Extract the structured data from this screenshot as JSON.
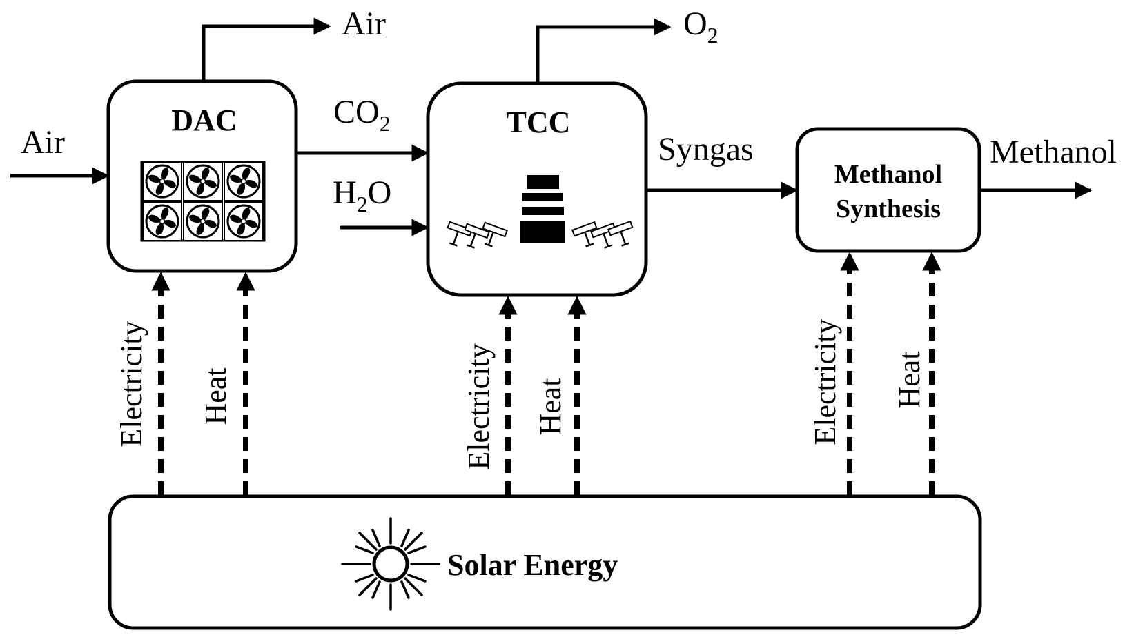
{
  "streams": {
    "air_in": "Air",
    "air_out": "Air",
    "co2_main": "CO",
    "co2_sub": "2",
    "h2o_h": "H",
    "h2o_sub": "2",
    "h2o_o": "O",
    "o2_main": "O",
    "o2_sub": "2",
    "syngas": "Syngas",
    "methanol": "Methanol"
  },
  "units": {
    "dac": "DAC",
    "tcc": "TCC",
    "methanol_line1": "Methanol",
    "methanol_line2": "Synthesis",
    "solar": "Solar Energy"
  },
  "energy": {
    "dac_electricity": "Electricity",
    "dac_heat": "Heat",
    "tcc_electricity": "Electricity",
    "tcc_heat": "Heat",
    "ms_electricity": "Electricity",
    "ms_heat": "Heat"
  },
  "icons": [
    "fan-icon",
    "solar-tower-icon",
    "heliostat-icon",
    "sun-icon"
  ],
  "colors": {
    "ink": "#000000",
    "background": "#ffffff"
  }
}
